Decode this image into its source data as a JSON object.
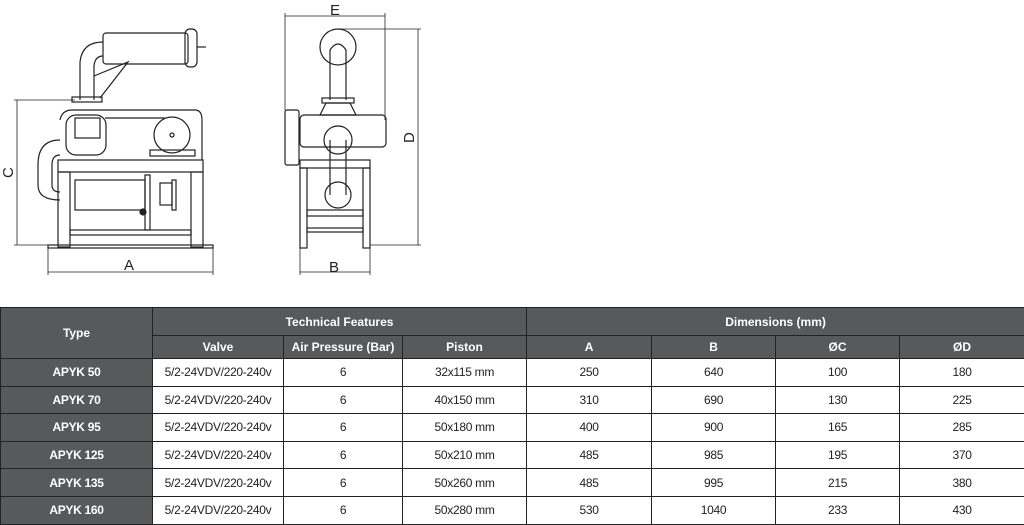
{
  "drawing": {
    "labels": {
      "a": "A",
      "b": "B",
      "c": "C",
      "d": "D",
      "e": "E"
    }
  },
  "table": {
    "headers": {
      "type": "Type",
      "technical_features": "Technical Features",
      "dimensions": "Dimensions (mm)",
      "valve": "Valve",
      "air_pressure": "Air Pressure (Bar)",
      "piston": "Piston",
      "a": "A",
      "b": "B",
      "c": "ØC",
      "d": "ØD"
    },
    "rows": [
      {
        "type": "APYK 50",
        "valve": "5/2-24VDV/220-240v",
        "air": "6",
        "piston": "32x115 mm",
        "a": "250",
        "b": "640",
        "c": "100",
        "d": "180"
      },
      {
        "type": "APYK 70",
        "valve": "5/2-24VDV/220-240v",
        "air": "6",
        "piston": "40x150 mm",
        "a": "310",
        "b": "690",
        "c": "130",
        "d": "225"
      },
      {
        "type": "APYK 95",
        "valve": "5/2-24VDV/220-240v",
        "air": "6",
        "piston": "50x180 mm",
        "a": "400",
        "b": "900",
        "c": "165",
        "d": "285"
      },
      {
        "type": "APYK 125",
        "valve": "5/2-24VDV/220-240v",
        "air": "6",
        "piston": "50x210 mm",
        "a": "485",
        "b": "985",
        "c": "195",
        "d": "370"
      },
      {
        "type": "APYK 135",
        "valve": "5/2-24VDV/220-240v",
        "air": "6",
        "piston": "50x260 mm",
        "a": "485",
        "b": "995",
        "c": "215",
        "d": "380"
      },
      {
        "type": "APYK 160",
        "valve": "5/2-24VDV/220-240v",
        "air": "6",
        "piston": "50x280 mm",
        "a": "530",
        "b": "1040",
        "c": "233",
        "d": "430"
      }
    ]
  }
}
